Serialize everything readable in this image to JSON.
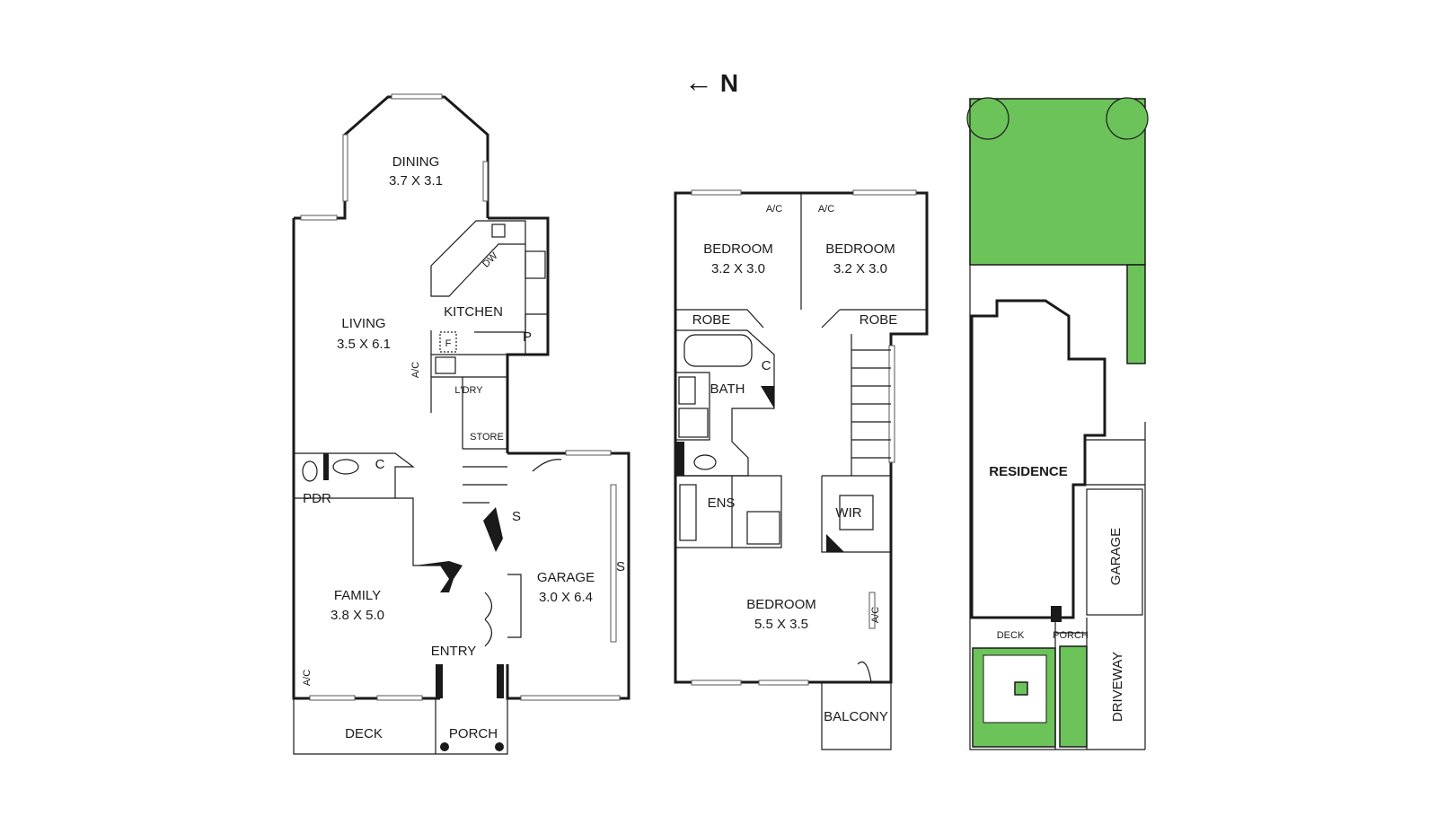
{
  "compass": {
    "arrow": "←",
    "label": "N"
  },
  "ground_floor": {
    "rooms": [
      {
        "key": "dining",
        "name": "DINING",
        "dims": "3.7 X 3.1"
      },
      {
        "key": "living",
        "name": "LIVING",
        "dims": "3.5 X 6.1"
      },
      {
        "key": "kitchen",
        "name": "KITCHEN"
      },
      {
        "key": "family",
        "name": "FAMILY",
        "dims": "3.8 X 5.0"
      },
      {
        "key": "garage",
        "name": "GARAGE",
        "dims": "3.0 X 6.4"
      }
    ],
    "labels": {
      "dw": "DW",
      "pantry": "P",
      "fridge": "F",
      "ac": "A/C",
      "laundry": "L'DRY",
      "store": "STORE",
      "cupboard": "C",
      "pdr": "PDR",
      "shelf": "S",
      "entry": "ENTRY",
      "deck": "DECK",
      "porch": "PORCH"
    }
  },
  "first_floor": {
    "rooms": [
      {
        "key": "bed1",
        "name": "BEDROOM",
        "dims": "3.2 X 3.0"
      },
      {
        "key": "bed2",
        "name": "BEDROOM",
        "dims": "3.2 X 3.0"
      },
      {
        "key": "bed3",
        "name": "BEDROOM",
        "dims": "5.5 X 3.5"
      }
    ],
    "labels": {
      "ac": "A/C",
      "robe": "ROBE",
      "bath": "BATH",
      "cupboard": "C",
      "ens": "ENS",
      "wir": "WIR",
      "balcony": "BALCONY"
    }
  },
  "site_plan": {
    "labels": {
      "residence": "RESIDENCE",
      "garage": "GARAGE",
      "deck": "DECK",
      "porch": "PORCH",
      "driveway": "DRIVEWAY"
    }
  },
  "colors": {
    "lawn": "#6cc35a",
    "wall": "#1a1a1a",
    "background": "#ffffff"
  }
}
